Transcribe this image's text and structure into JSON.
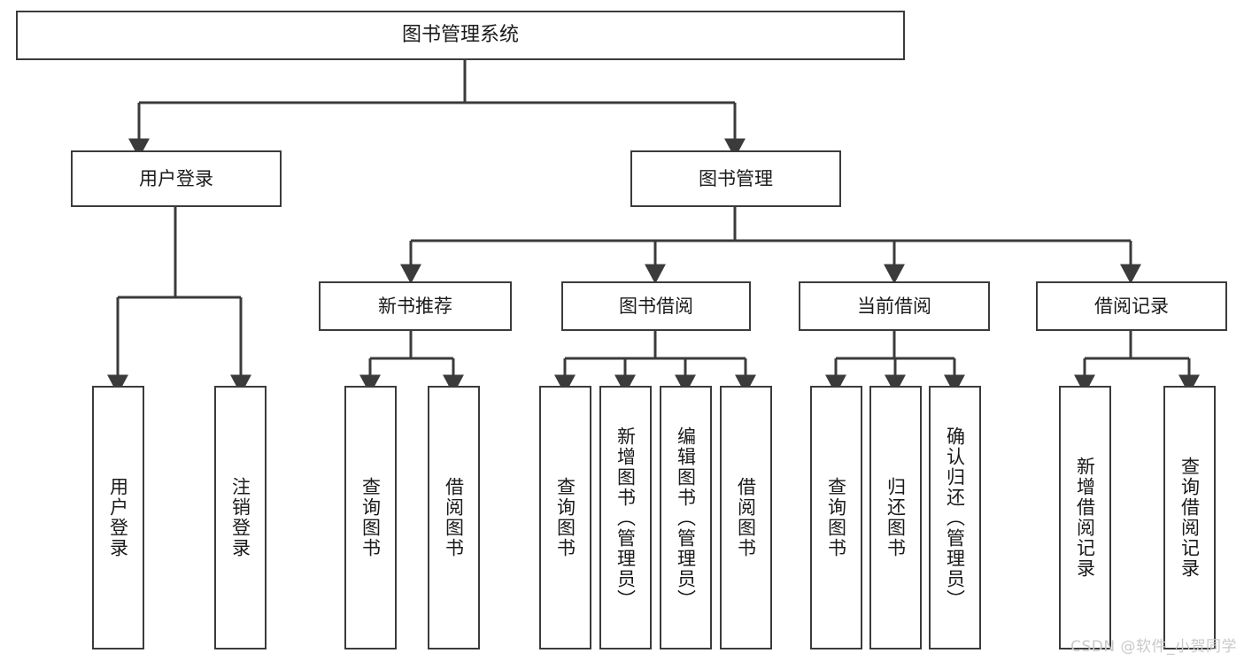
{
  "diagram": {
    "type": "tree",
    "title": "图书管理系统",
    "root": {
      "label": "图书管理系统"
    },
    "level2": [
      {
        "id": "user-login",
        "label": "用户登录"
      },
      {
        "id": "book-manage",
        "label": "图书管理"
      }
    ],
    "level3": [
      {
        "id": "new-book-recommend",
        "label": "新书推荐",
        "parent": "book-manage"
      },
      {
        "id": "book-borrow",
        "label": "图书借阅",
        "parent": "book-manage"
      },
      {
        "id": "current-borrow",
        "label": "当前借阅",
        "parent": "book-manage"
      },
      {
        "id": "borrow-record",
        "label": "借阅记录",
        "parent": "book-manage"
      }
    ],
    "leaves": [
      {
        "id": "leaf-user-login",
        "label": "用户登录",
        "parent": "user-login"
      },
      {
        "id": "leaf-logout-login",
        "label": "注销登录",
        "parent": "user-login"
      },
      {
        "id": "leaf-query-book-1",
        "label": "查询图书",
        "parent": "new-book-recommend"
      },
      {
        "id": "leaf-borrow-book-1",
        "label": "借阅图书",
        "parent": "new-book-recommend"
      },
      {
        "id": "leaf-query-book-2",
        "label": "查询图书",
        "parent": "book-borrow"
      },
      {
        "id": "leaf-add-book",
        "label": "新增图书（管理员）",
        "parent": "book-borrow"
      },
      {
        "id": "leaf-edit-book",
        "label": "编辑图书（管理员）",
        "parent": "book-borrow"
      },
      {
        "id": "leaf-borrow-book-2",
        "label": "借阅图书",
        "parent": "book-borrow"
      },
      {
        "id": "leaf-query-book-3",
        "label": "查询图书",
        "parent": "current-borrow"
      },
      {
        "id": "leaf-return-book",
        "label": "归还图书",
        "parent": "current-borrow"
      },
      {
        "id": "leaf-confirm-return",
        "label": "确认归还（管理员）",
        "parent": "current-borrow"
      },
      {
        "id": "leaf-add-record",
        "label": "新增借阅记录",
        "parent": "borrow-record"
      },
      {
        "id": "leaf-query-record",
        "label": "查询借阅记录",
        "parent": "borrow-record"
      }
    ],
    "colors": {
      "stroke": "#3b3b3b",
      "fill": "#ffffff",
      "text": "#1a1a1a",
      "background": "#ffffff",
      "watermark": "#c9c9c9"
    }
  },
  "watermark": {
    "text": "CSDN @软件_小贺同学"
  }
}
